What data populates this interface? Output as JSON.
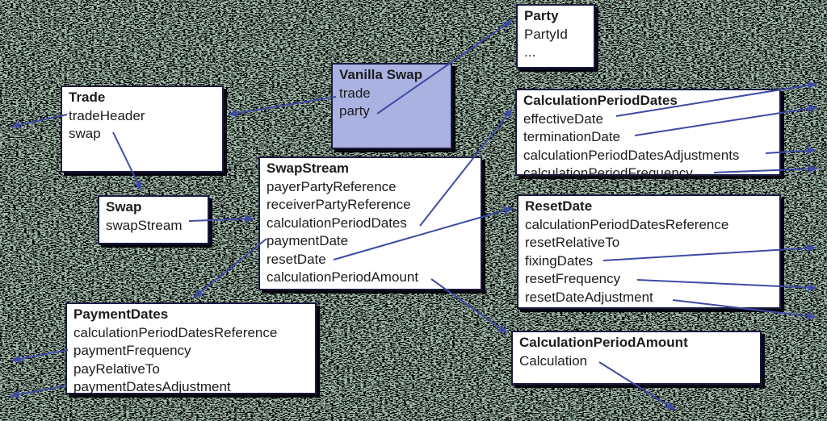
{
  "colors": {
    "arrow_color": "#3e4ba3",
    "box_fill": "#ffffff",
    "box_border": "#1a1a40",
    "shadow_color": "#06060f",
    "highlight_fill": "#a9b2e1",
    "text_color": "#1c1c1c",
    "background_green": "#5c8066",
    "background_black": "#000000"
  },
  "boxes": [
    {
      "id": "trade",
      "title": "Trade",
      "fields": [
        "tradeHeader",
        "swap"
      ],
      "highlighted": false
    },
    {
      "id": "vanilla-swap",
      "title": "Vanilla Swap",
      "fields": [
        "trade",
        "party"
      ],
      "highlighted": true
    },
    {
      "id": "party",
      "title": "Party",
      "fields": [
        "PartyId",
        "..."
      ],
      "highlighted": false
    },
    {
      "id": "calculation-period-dates",
      "title": "CalculationPeriodDates",
      "fields": [
        "effectiveDate",
        "terminationDate",
        "calculationPeriodDatesAdjustments",
        "calculationPeriodFrequency"
      ],
      "highlighted": false
    },
    {
      "id": "swap",
      "title": "Swap",
      "fields": [
        "swapStream"
      ],
      "highlighted": false
    },
    {
      "id": "swap-stream",
      "title": "SwapStream",
      "fields": [
        "payerPartyReference",
        "receiverPartyReference",
        "calculationPeriodDates",
        "paymentDate",
        "resetDate",
        "calculationPeriodAmount"
      ],
      "highlighted": false
    },
    {
      "id": "reset-date",
      "title": "ResetDate",
      "fields": [
        "calculationPeriodDatesReference",
        "resetRelativeTo",
        "fixingDates",
        "resetFrequency",
        "resetDateAdjustment"
      ],
      "highlighted": false
    },
    {
      "id": "payment-dates",
      "title": "PaymentDates",
      "fields": [
        "calculationPeriodDatesReference",
        "paymentFrequency",
        "payRelativeTo",
        "paymentDatesAdjustment"
      ],
      "highlighted": false
    },
    {
      "id": "calculation-period-amount",
      "title": "CalculationPeriodAmount",
      "fields": [
        "Calculation"
      ],
      "highlighted": false
    }
  ],
  "connections": [
    {
      "from": "Vanilla Swap.trade",
      "to": "Trade"
    },
    {
      "from": "Vanilla Swap.party",
      "to": "Party"
    },
    {
      "from": "Trade.tradeHeader",
      "to": "off-diagram-left"
    },
    {
      "from": "Trade.swap",
      "to": "Swap"
    },
    {
      "from": "Swap.swapStream",
      "to": "SwapStream"
    },
    {
      "from": "SwapStream.calculationPeriodDates",
      "to": "CalculationPeriodDates"
    },
    {
      "from": "SwapStream.paymentDate",
      "to": "PaymentDates"
    },
    {
      "from": "SwapStream.resetDate",
      "to": "ResetDate"
    },
    {
      "from": "SwapStream.calculationPeriodAmount",
      "to": "CalculationPeriodAmount"
    },
    {
      "from": "CalculationPeriodDates.effectiveDate",
      "to": "off-diagram-right"
    },
    {
      "from": "CalculationPeriodDates.terminationDate",
      "to": "off-diagram-right"
    },
    {
      "from": "CalculationPeriodDates.calculationPeriodDatesAdjustments",
      "to": "off-diagram-right"
    },
    {
      "from": "CalculationPeriodDates.calculationPeriodFrequency",
      "to": "off-diagram-right"
    },
    {
      "from": "ResetDate.fixingDates",
      "to": "off-diagram-right"
    },
    {
      "from": "ResetDate.resetFrequency",
      "to": "off-diagram-right"
    },
    {
      "from": "ResetDate.resetDateAdjustment",
      "to": "off-diagram-right"
    },
    {
      "from": "PaymentDates.paymentFrequency",
      "to": "off-diagram-left"
    },
    {
      "from": "PaymentDates.paymentDatesAdjustment",
      "to": "off-diagram-left"
    },
    {
      "from": "CalculationPeriodAmount.Calculation",
      "to": "off-diagram-bottom"
    }
  ]
}
